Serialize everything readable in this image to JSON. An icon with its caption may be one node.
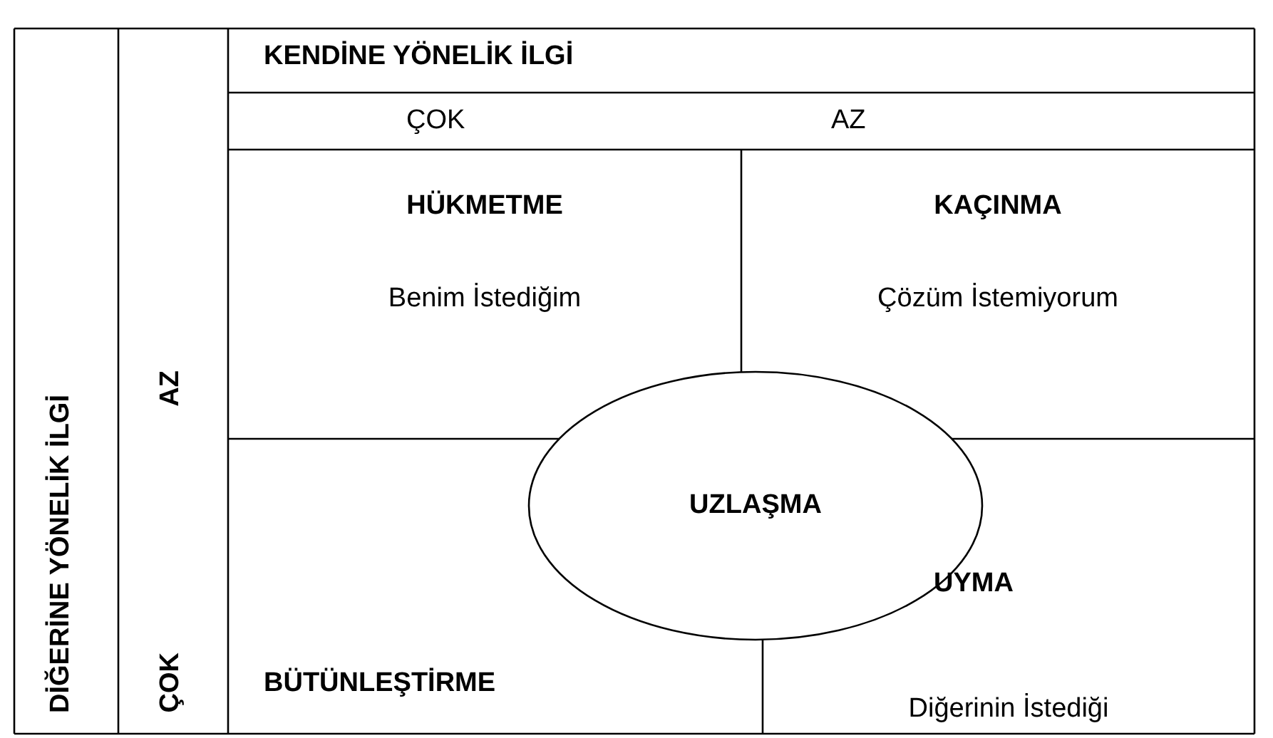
{
  "diagram": {
    "nodes": [
      {
        "text": [
          "HÜKMETME",
          "Benim İstediğim"
        ]
      },
      {
        "text": [
          "KAÇINMA",
          "Çözüm İstemiyorum"
        ]
      },
      {
        "text": [
          "UZLAŞMA"
        ]
      },
      {
        "text": [
          "UYMA",
          "Diğerinin İstediği"
        ]
      },
      {
        "text": [
          "BÜTÜNLEŞTİRME"
        ]
      }
    ],
    "edges": [],
    "labels": [
      "KENDİNE YÖNELİK İLGİ",
      "ÇOK",
      "AZ",
      "DİĞERİNE YÖNELİK İLGİ",
      "AZ",
      "ÇOK"
    ]
  }
}
